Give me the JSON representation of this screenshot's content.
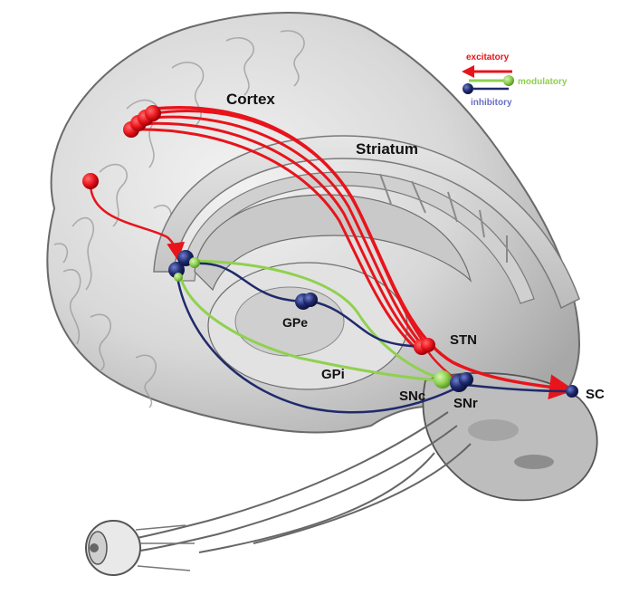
{
  "legend": {
    "excitatory": {
      "label": "excitatory",
      "color": "#e8141b"
    },
    "modulatory": {
      "label": "modulatory",
      "color": "#8fd14f"
    },
    "inhibitory": {
      "label": "inhibitory",
      "color": "#1f2a6b",
      "text_color": "#6a6fc4"
    }
  },
  "regions": {
    "cortex": "Cortex",
    "striatum": "Striatum",
    "gpe": "GPe",
    "gpi": "GPi",
    "stn": "STN",
    "snc": "SNc",
    "snr": "SNr",
    "sc": "SC"
  },
  "colors": {
    "brain_fill": "#d9d9d9",
    "brain_dark": "#9a9a9a",
    "brain_light": "#eeeeee",
    "outline": "#555555"
  }
}
